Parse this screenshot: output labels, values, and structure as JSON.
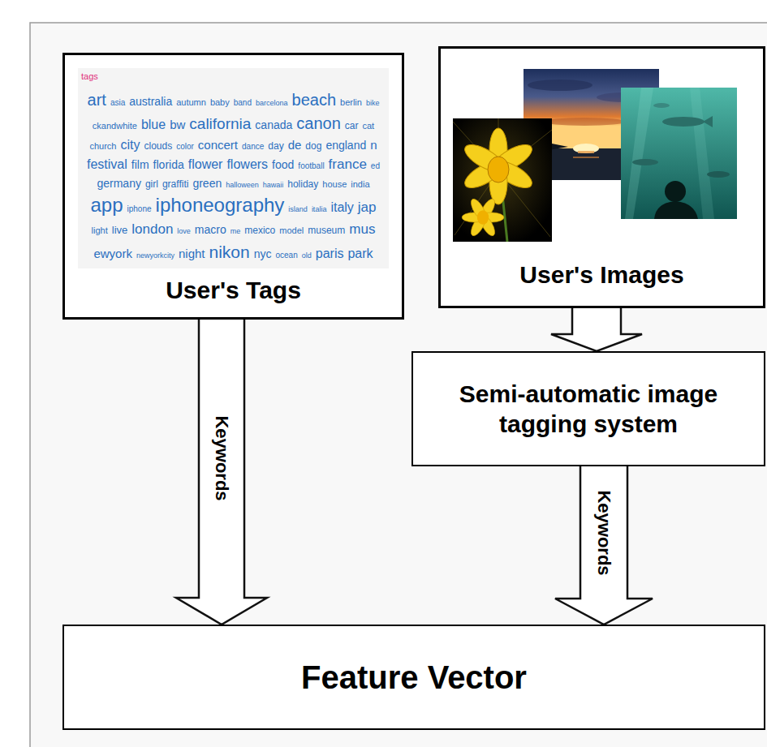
{
  "diagram": {
    "nodes": [
      {
        "text": [
          "User's Tags"
        ]
      },
      {
        "text": [
          "User's Images"
        ]
      },
      {
        "text": [
          "Semi-automatic image tagging system"
        ]
      },
      {
        "text": [
          "Feature Vector"
        ]
      }
    ],
    "edges": [
      {
        "from": 0,
        "to": 3,
        "arrow": "to",
        "label": "Keywords"
      },
      {
        "from": 1,
        "to": 2,
        "arrow": "to"
      },
      {
        "from": 2,
        "to": 3,
        "arrow": "to",
        "label": "Keywords"
      }
    ],
    "labels": [
      "tags",
      "art",
      "asia",
      "australia",
      "autumn",
      "baby",
      "band",
      "barcelona",
      "beach",
      "berlin",
      "bike",
      "ckandwhite",
      "blue",
      "bw",
      "california",
      "canada",
      "canon",
      "car",
      "cat",
      "church",
      "city",
      "clouds",
      "color",
      "concert",
      "dance",
      "day",
      "de",
      "dog",
      "england",
      "n",
      "festival",
      "film",
      "florida",
      "flower",
      "flowers",
      "food",
      "football",
      "france",
      "ed",
      "germany",
      "girl",
      "graffiti",
      "green",
      "halloween",
      "hawaii",
      "holiday",
      "house",
      "india",
      "app",
      "iphone",
      "iphoneography",
      "island",
      "italia",
      "italy",
      "jap",
      "light",
      "live",
      "london",
      "love",
      "macro",
      "me",
      "mexico",
      "model",
      "museum",
      "mus",
      "ewyork",
      "newyorkcity",
      "night",
      "nikon",
      "nyc",
      "ocean",
      "old",
      "paris",
      "park"
    ]
  }
}
